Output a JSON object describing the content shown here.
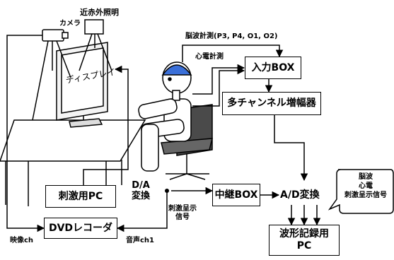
{
  "labels": {
    "near_ir_light": "近赤外照明",
    "camera": "カメラ",
    "display": "ディスプレイ",
    "eeg_measure": "脳波計測(P3, P4, O1, O2)",
    "ecg_measure": "心電計測",
    "input_box": "入力BOX",
    "multichannel_amp": "多チャンネル増幅器",
    "stimulus_pc": "刺激用PC",
    "da_line1": "D/A",
    "da_line2": "変換",
    "stimulus_signal_line1": "刺激呈示",
    "stimulus_signal_line2": "信号",
    "relay_box": "中継BOX",
    "ad_converter": "A/D変換",
    "dvd_recorder": "DVDレコーダ",
    "video_ch": "映像ch",
    "audio_ch1": "音声ch1",
    "waveform_pc_line1": "波形記録用",
    "waveform_pc_line2": "PC",
    "bubble_eeg": "脳波",
    "bubble_ecg": "心電",
    "bubble_stim": "刺激呈示信号"
  },
  "colors": {
    "head_cap": "#3a6fd8",
    "chair": "#4a4a4a",
    "line": "#000000"
  }
}
